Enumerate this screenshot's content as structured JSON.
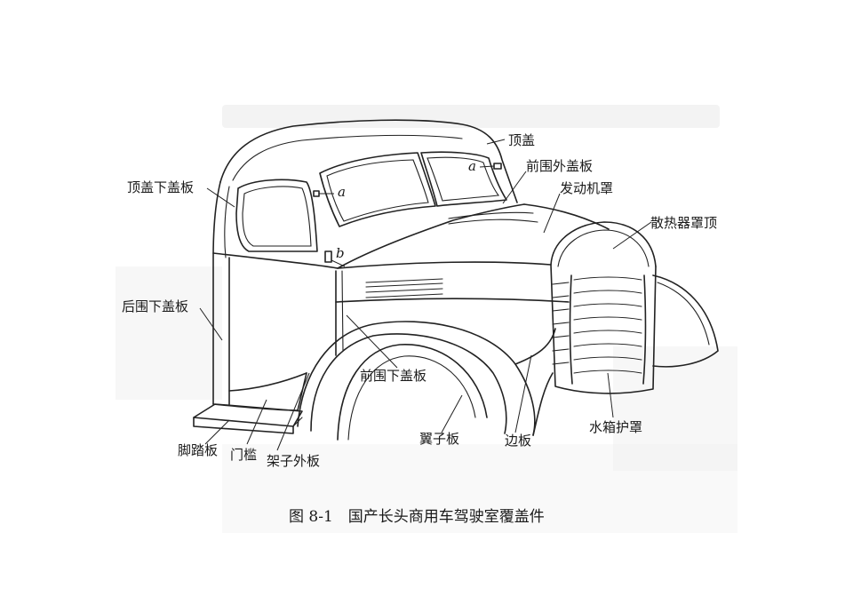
{
  "figure": {
    "caption": "图 8-1　国产长头商用车驾驶室覆盖件"
  },
  "labels": {
    "roof": "顶盖",
    "front_outer_panel": "前围外盖板",
    "hood": "发动机罩",
    "radiator_hood_top": "散热器罩顶",
    "roof_lower_panel": "顶盖下盖板",
    "rear_lower_panel": "后围下盖板",
    "front_lower_panel": "前围下盖板",
    "fender": "翼子板",
    "side_panel": "边板",
    "radiator_grille": "水箱护罩",
    "footboard": "脚踏板",
    "door_sill": "门槛",
    "frame_outer_panel": "架子外板"
  },
  "markers": {
    "a_top": "a",
    "a_door": "a",
    "b_door": "b"
  }
}
